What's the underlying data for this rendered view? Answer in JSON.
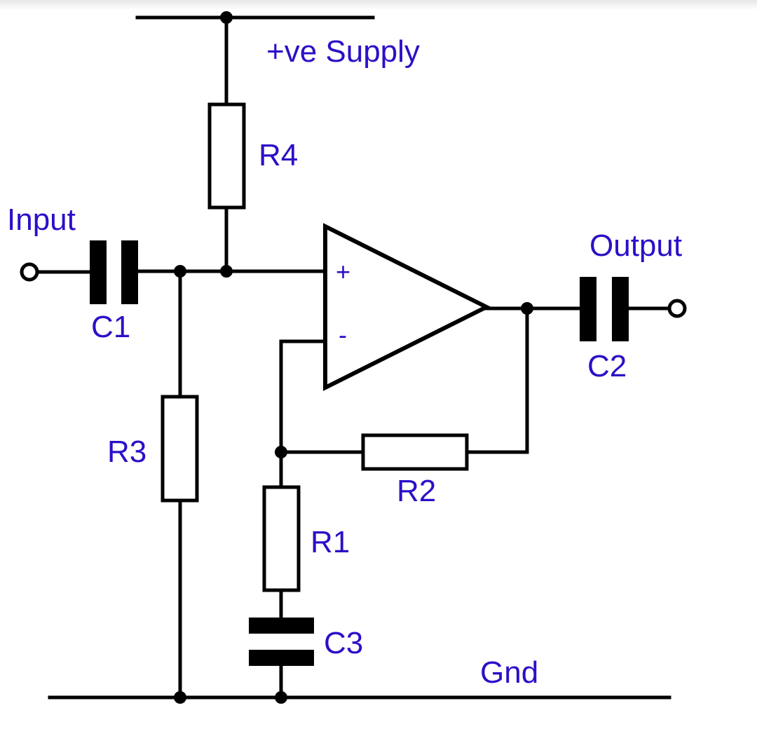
{
  "labels": {
    "supply": "+ve Supply",
    "input": "Input",
    "output": "Output",
    "gnd": "Gnd",
    "r1": "R1",
    "r2": "R2",
    "r3": "R3",
    "r4": "R4",
    "c1": "C1",
    "c2": "C2",
    "c3": "C3",
    "pin_plus": "+",
    "pin_minus": "-"
  },
  "colors": {
    "label": "#2a10c8",
    "line": "#000000",
    "background": "#ffffff"
  }
}
